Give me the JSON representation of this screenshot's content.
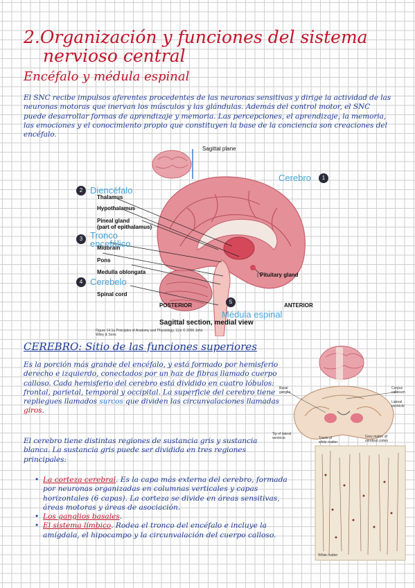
{
  "title": {
    "number": "2.",
    "line1": "Organización y funciones del sistema",
    "line2": "nervioso central"
  },
  "section1": {
    "heading": "Encéfalo y médula espinal",
    "paragraph": "El SNC recibe impulsos aferentes procedentes de las neuronas sensitivas y dirige la actividad de las neuronas motoras que inervan los músculos y las glándulas. Además del control motor, el SNC puede desarrollar formas de aprendizaje y memoria. Las percepciones, el aprendizaje, la memoria, las emociones y el conocimiento propio que constituyen la base de la conciencia son creaciones del encéfalo."
  },
  "brain_figure": {
    "labels": {
      "sagittal_plane": "Sagittal plane",
      "thalamus": "Thalamus",
      "hypothalamus": "Hypothalamus",
      "pineal_gland": "Pineal gland",
      "pineal_sub": "(part of epithalamus)",
      "midbrain": "Midbrain",
      "pons": "Pons",
      "medulla": "Medulla oblongata",
      "spinal_cord": "Spinal cord",
      "pituitary": "Pituitary gland",
      "posterior": "POSTERIOR",
      "anterior": "ANTERIOR",
      "view": "Sagittal section, medial view"
    },
    "callouts": [
      {
        "num": "1",
        "text": "Cerebro"
      },
      {
        "num": "2",
        "text": "Diencéfalo"
      },
      {
        "num": "3",
        "text": "Tronco encefálico"
      },
      {
        "num": "4",
        "text": "Cerebelo"
      },
      {
        "num": "5",
        "text": "Médula espinal"
      }
    ],
    "caption": "Figure 14.1a Principles of Anatomy and Physiology, 11/e © 2006 John Wiley & Sons"
  },
  "section2": {
    "heading_underlined": "CEREBRO",
    "heading_rest": ": Sitio de las funciones superiores",
    "paragraph_a_pre": "Es la porción más grande del encéfalo, y está formado por hemisferio derecho e izquierdo, conectados por un haz de fibras llamado cuerpo calloso. Cada hemisferio del cerebro está dividido en cuatro lóbulos: frontal, parietal, temporal y occipital. La superficie del cerebro tiene repliegues llamados ",
    "paragraph_a_hl": "surcos",
    "paragraph_a_mid": " que dividen las circunvalaciones llamadas ",
    "paragraph_a_red": "giros",
    "paragraph_a_end": ".",
    "paragraph_b": "El cerebro tiene distintas regiones de sustancia gris y sustancia blanca. La sustancia gris puede ser dividida en tres regiones principales:",
    "bullets": [
      {
        "term": "La corteza cerebral",
        "text": ". Es la capa más externa del cerebro, formada por neuronas organizadas en columnas verticales y capas horizontales (6 capas). La corteza se divide en áreas sensitivas, áreas motoras y áreas de asociación."
      },
      {
        "term": "Los ganglios basales",
        "text": "."
      },
      {
        "term": "El sistema límbico",
        "text": ". Rodea el tronco del encéfalo e incluye la amígdala, el hipocampo y la circunvalación del cuerpo calloso."
      }
    ]
  },
  "coronal_figure": {
    "basal_ganglia": "Basal ganglia",
    "corpus_callosum": "Corpus callosum",
    "lateral_ventricle": "Lateral ventricle",
    "tracts": "Tracts of white matter",
    "tip_lateral": "Tip of lateral ventricle",
    "grey_matter": "Grey matter of cerebral cortex",
    "white_matter": "White matter"
  },
  "colors": {
    "title": "#c0142a",
    "text": "#1d3a96",
    "callout": "#4aa3d6",
    "brain": "#e58f98"
  }
}
